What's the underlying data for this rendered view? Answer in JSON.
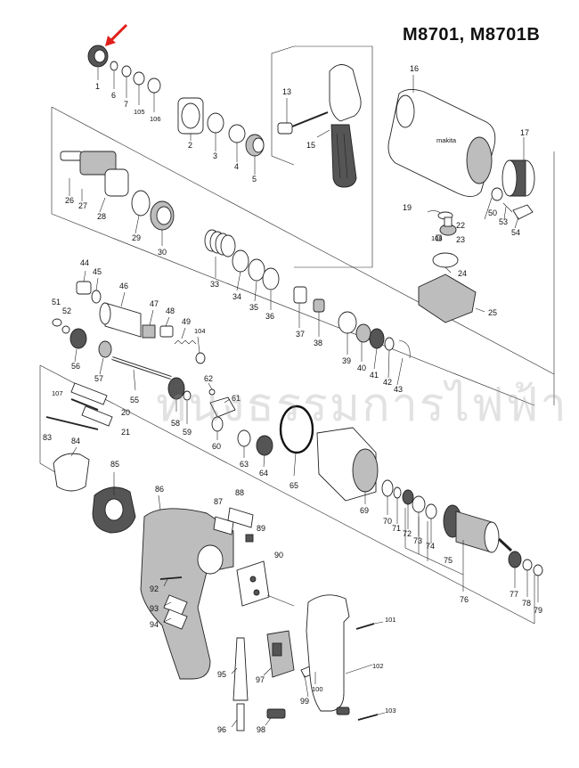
{
  "model_title": "M8701, M8701B",
  "watermark_text": "ทนงธรรมการไฟฟ้า",
  "accent_color": "#e0201b",
  "labels": [
    "1",
    "6",
    "7",
    "105",
    "106",
    "2",
    "3",
    "4",
    "5",
    "13",
    "15",
    "16",
    "17",
    "26",
    "27",
    "28",
    "29",
    "30",
    "19",
    "22",
    "108",
    "23",
    "50",
    "53",
    "54",
    "24",
    "25",
    "44",
    "45",
    "46",
    "47",
    "48",
    "49",
    "104",
    "33",
    "34",
    "35",
    "36",
    "37",
    "38",
    "39",
    "40",
    "41",
    "42",
    "43",
    "51",
    "52",
    "56",
    "57",
    "55",
    "62",
    "61",
    "58",
    "59",
    "107",
    "20",
    "21",
    "83",
    "84",
    "60",
    "63",
    "64",
    "65",
    "69",
    "70",
    "71",
    "72",
    "73",
    "74",
    "75",
    "76",
    "77",
    "78",
    "79",
    "85",
    "86",
    "87",
    "88",
    "89",
    "90",
    "92",
    "93",
    "94",
    "95",
    "96",
    "97",
    "98",
    "99",
    "100",
    "101",
    "102",
    "103"
  ]
}
